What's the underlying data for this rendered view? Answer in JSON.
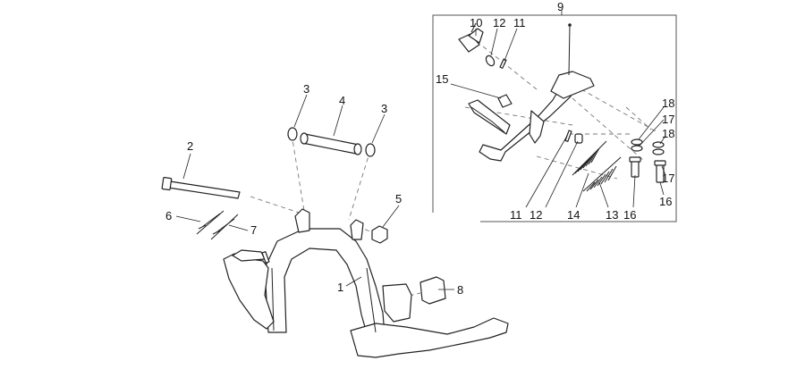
{
  "callouts": {
    "c1": "1",
    "c2": "2",
    "c3a": "3",
    "c3b": "3",
    "c4": "4",
    "c5": "5",
    "c6": "6",
    "c7": "7",
    "c8": "8",
    "c9": "9",
    "c10": "10",
    "c11a": "11",
    "c11b": "11",
    "c12a": "12",
    "c12b": "12",
    "c13": "13",
    "c14": "14",
    "c15": "15",
    "c16a": "16",
    "c16b": "16",
    "c17a": "17",
    "c17b": "17",
    "c18a": "18",
    "c18b": "18"
  },
  "colors": {
    "line": "#222222",
    "dash": "#777777",
    "frame": "#555555",
    "background": "#ffffff"
  }
}
